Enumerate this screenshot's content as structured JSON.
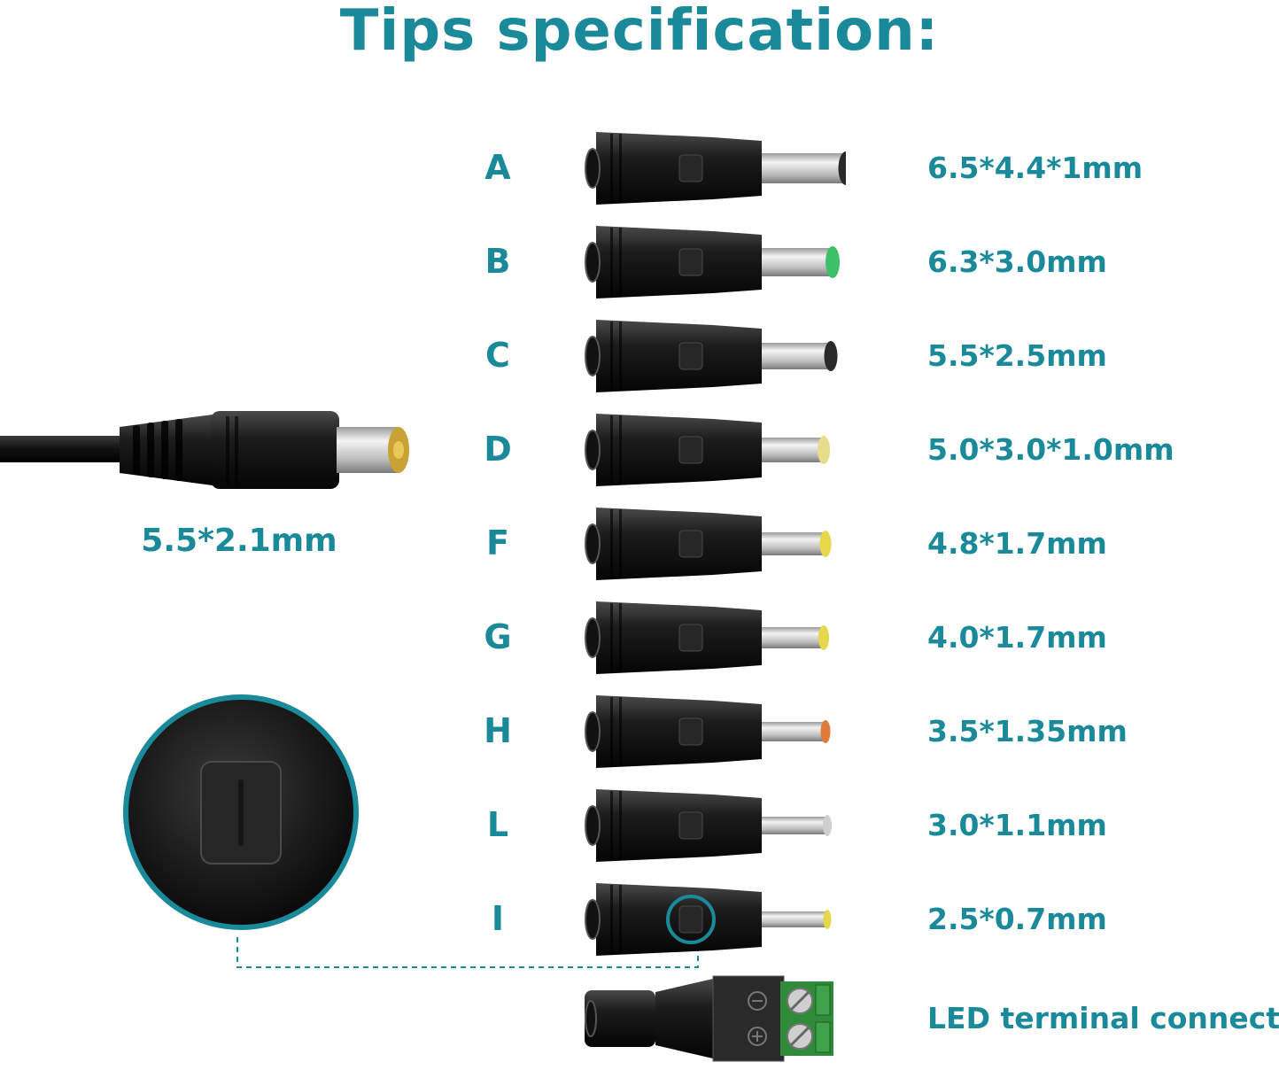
{
  "title": "Tips specification:",
  "main_plug": {
    "label": "5.5*2.1mm"
  },
  "tips": [
    {
      "letter": "A",
      "spec": "6.5*4.4*1mm",
      "tip_color": "#2a2a2a",
      "pin_len": 95
    },
    {
      "letter": "B",
      "spec": "6.3*3.0mm",
      "tip_color": "#3fbf6a",
      "pin_len": 80
    },
    {
      "letter": "C",
      "spec": "5.5*2.5mm",
      "tip_color": "#2a2a2a",
      "pin_len": 78
    },
    {
      "letter": "D",
      "spec": "5.0*3.0*1.0mm",
      "tip_color": "#e8dd8a",
      "pin_len": 70
    },
    {
      "letter": "F",
      "spec": "4.8*1.7mm",
      "tip_color": "#e6d84a",
      "pin_len": 72
    },
    {
      "letter": "G",
      "spec": "4.0*1.7mm",
      "tip_color": "#e6d84a",
      "pin_len": 70
    },
    {
      "letter": "H",
      "spec": "3.5*1.35mm",
      "tip_color": "#e07a3a",
      "pin_len": 72
    },
    {
      "letter": "L",
      "spec": "3.0*1.1mm",
      "tip_color": "#cfcfcf",
      "pin_len": 74
    },
    {
      "letter": "I",
      "spec": "2.5*0.7mm",
      "tip_color": "#e6d84a",
      "pin_len": 74
    }
  ],
  "terminal_connector": {
    "label": "LED  terminal connector"
  },
  "colors": {
    "accent": "#1a8a9a",
    "plug_body": "#1a1a1a",
    "pin_metal": "#d9d9d9",
    "terminal_green": "#2f8a3a"
  }
}
